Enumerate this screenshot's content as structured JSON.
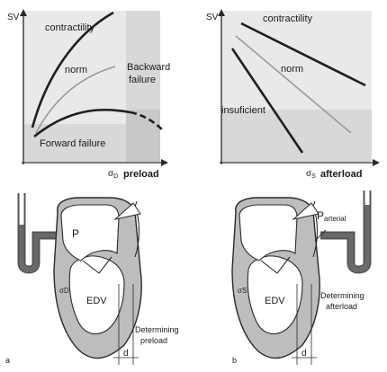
{
  "colors": {
    "panel_light": "#e9e9e9",
    "panel_mid": "#d8d8d8",
    "panel_dark": "#c8c8c8",
    "muscle": "#bdbdbd",
    "curve_dark": "#1f1f1f",
    "curve_norm": "#9a9a9a",
    "stroke": "#2a2a2a"
  },
  "left_graph": {
    "y_label": "SV",
    "x_symbol": "σ",
    "x_sub": "D",
    "x_label": "preload",
    "contractility": "contractility",
    "norm": "norm",
    "backward_1": "Backward",
    "backward_2": "failure",
    "forward": "Forward failure"
  },
  "right_graph": {
    "y_label": "SV",
    "x_symbol": "σ",
    "x_sub": "S",
    "x_label": "afterload",
    "contractility": "contractility",
    "norm": "norm",
    "insufficient": "insuficient"
  },
  "left_heart": {
    "panel_letter": "a",
    "pressure": "P",
    "chamber": "EDV",
    "wall_symbol": "σD",
    "distance": "d",
    "determining_1": "Determining",
    "determining_2": "preload"
  },
  "right_heart": {
    "panel_letter": "b",
    "pressure": "P",
    "pressure_sub": "arterial",
    "chamber": "EDV",
    "wall_symbol": "σS",
    "distance": "d",
    "determining_1": "Determining",
    "determining_2": "afterload"
  }
}
